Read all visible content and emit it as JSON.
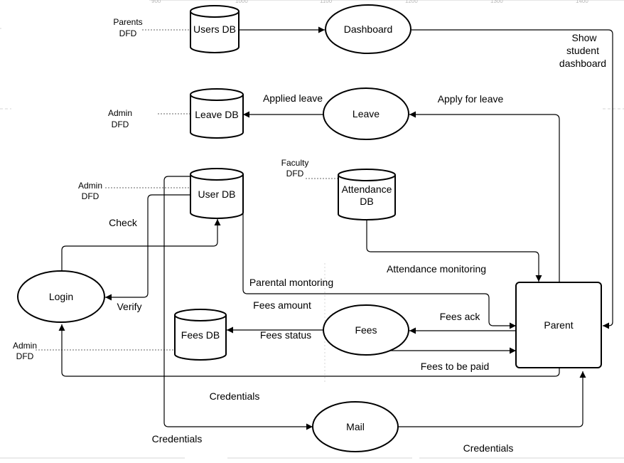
{
  "ruler": {
    "ticks": [
      "900",
      "1000",
      "1100",
      "1200",
      "1300",
      "1400"
    ]
  },
  "nodes": {
    "users_db": "Users DB",
    "dashboard": "Dashboard",
    "leave_db": "Leave DB",
    "leave": "Leave",
    "user_db": "User DB",
    "attendance_db_line1": "Attendance",
    "attendance_db_line2": "DB",
    "login": "Login",
    "fees_db": "Fees DB",
    "fees": "Fees",
    "parent": "Parent",
    "mail": "Mail"
  },
  "dfd_refs": {
    "parents_dfd_line1": "Parents",
    "parents_dfd_line2": "DFD",
    "admin_dfd_1_line1": "Admin",
    "admin_dfd_1_line2": "DFD",
    "faculty_dfd_line1": "Faculty",
    "faculty_dfd_line2": "DFD",
    "admin_dfd_2_line1": "Admin",
    "admin_dfd_2_line2": "DFD",
    "admin_dfd_3_line1": "Admin",
    "admin_dfd_3_line2": "DFD"
  },
  "flows": {
    "show_dashboard_line1": "Show",
    "show_dashboard_line2": "student",
    "show_dashboard_line3": "dashboard",
    "applied_leave": "Applied leave",
    "apply_for_leave": "Apply for leave",
    "check": "Check",
    "verify": "Verify",
    "attendance_monitoring": "Attendance monitoring",
    "parental_monitoring": "Parental montoring",
    "fees_amount": "Fees amount",
    "fees_ack": "Fees ack",
    "fees_status": "Fees status",
    "fees_to_be_paid": "Fees to be paid",
    "credentials_1": "Credentials",
    "credentials_2": "Credentials",
    "credentials_3": "Credentials"
  }
}
